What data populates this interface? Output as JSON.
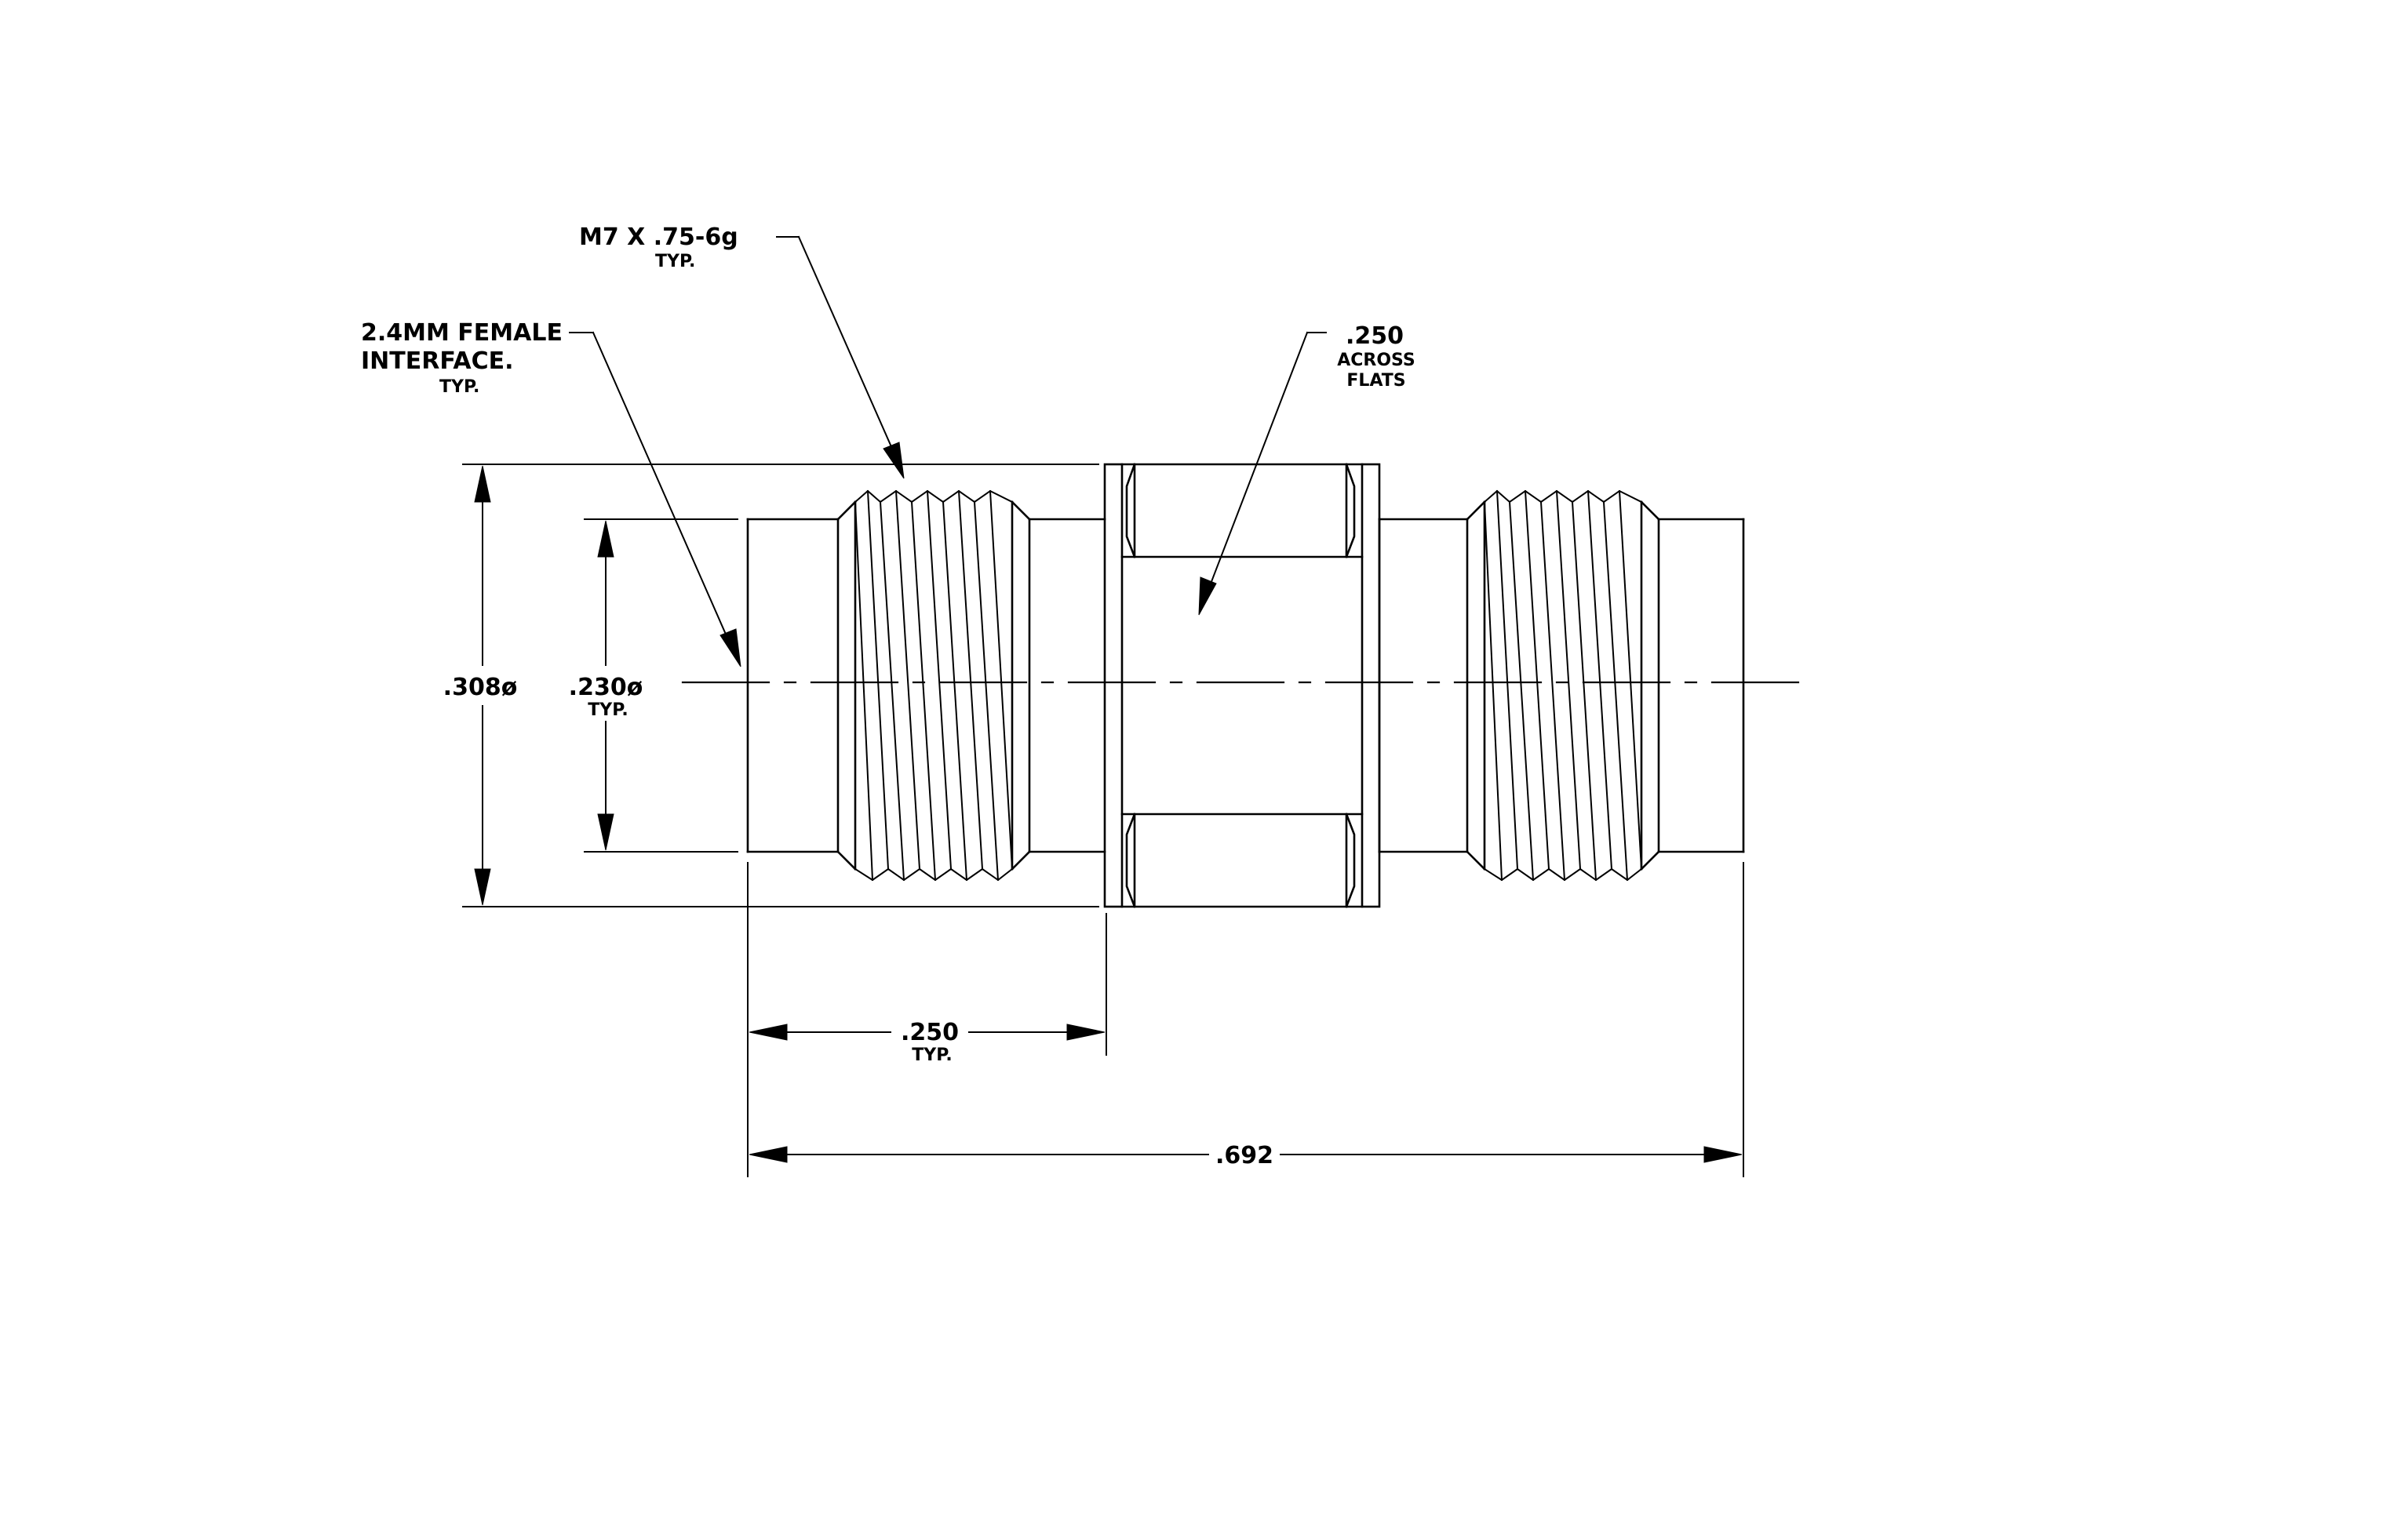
{
  "labels": {
    "thread": {
      "line1": "M7 X .75-6g",
      "line2": "TYP."
    },
    "interface": {
      "line1": "2.4MM FEMALE",
      "line2": "INTERFACE.",
      "line3": "TYP."
    },
    "flats": {
      "line1": ".250",
      "line2": "ACROSS",
      "line3": "FLATS"
    },
    "outer_dia": {
      "value": ".308ø"
    },
    "thread_dia": {
      "value": ".230ø",
      "note": "TYP."
    },
    "body_len": {
      "value": ".250",
      "note": "TYP."
    },
    "overall_len": {
      "value": ".692"
    }
  },
  "colors": {
    "ink": "#000000",
    "paper": "#ffffff"
  }
}
